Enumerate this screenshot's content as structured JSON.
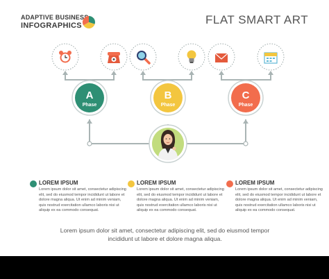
{
  "header": {
    "brand_line1": "ADAPTIVE BUSINESS",
    "brand_line2": "INFOGRAPHICS",
    "title": "FLAT SMART ART"
  },
  "colors": {
    "green": "#2e8f74",
    "yellow": "#f3c63f",
    "orange": "#f26d4d",
    "connector": "#a9b4b4",
    "center_fill": "#c2dc7e"
  },
  "icons": [
    "alarm-clock-icon",
    "telephone-icon",
    "magnifier-icon",
    "light-bulb-icon",
    "envelope-icon",
    "calendar-icon"
  ],
  "phases": [
    {
      "letter": "A",
      "label": "Phase",
      "color": "green"
    },
    {
      "letter": "B",
      "label": "Phase",
      "color": "yellow"
    },
    {
      "letter": "C",
      "label": "Phase",
      "color": "orange"
    }
  ],
  "columns": [
    {
      "title": "LOREM IPSUM",
      "color": "green",
      "body": "Lorem ipsum dolor sit amet, consectetur adipiscing elit, sed do eiusmod tempor incididunt ut labore et dolore magna aliqua. Ut enim ad minim veniam, quis nostrud exercitation ullamco laboris nisi ut aliquip ex ea commodo consequat."
    },
    {
      "title": "LOREM IPSUM",
      "color": "yellow",
      "body": "Lorem ipsum dolor sit amet, consectetur adipiscing elit, sed do eiusmod tempor incididunt ut labore et dolore magna aliqua. Ut enim ad minim veniam, quis nostrud exercitation ullamco laboris nisi ut aliquip ex ea commodo consequat."
    },
    {
      "title": "LOREM IPSUM",
      "color": "orange",
      "body": "Lorem ipsum dolor sit amet, consectetur adipiscing elit, sed do eiusmod tempor incididunt ut labore et dolore magna aliqua. Ut enim ad minim veniam, quis nostrud exercitation ullamco laboris nisi ut aliquip ex ea commodo consequat."
    }
  ],
  "footer": "Lorem ipsum dolor sit amet, consectetur adipiscing elit, sed do eiusmod tempor incididunt ut labore et dolore magna aliqua."
}
